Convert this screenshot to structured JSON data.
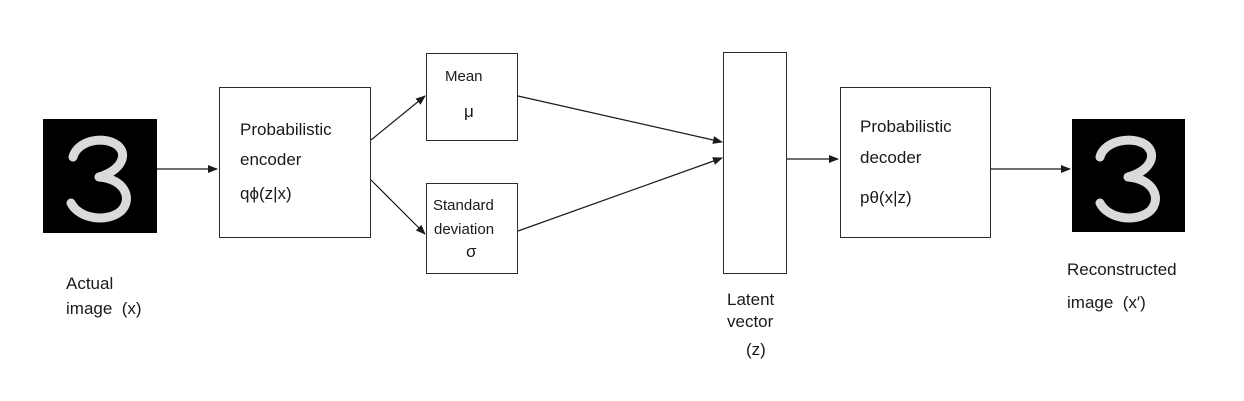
{
  "input": {
    "label_line1": "Actual",
    "label_line2": "image  (x)"
  },
  "encoder": {
    "line1": "Probabilistic",
    "line2": "encoder",
    "formula": "qϕ(z|x)"
  },
  "mean": {
    "title": "Mean",
    "symbol": "μ"
  },
  "stddev": {
    "title_line1": "Standard",
    "title_line2": "deviation",
    "symbol": "σ"
  },
  "latent": {
    "line1": "Latent",
    "line2": "vector",
    "line3": "(z)"
  },
  "decoder": {
    "line1": "Probabilistic",
    "line2": "decoder",
    "formula": "pθ(x|z)"
  },
  "output": {
    "label_line1": "Reconstructed",
    "label_line2": "image  (x′)"
  },
  "colors": {
    "line": "#1a1a1a",
    "digit_bg": "#000000",
    "digit_stroke": "#e6e6e6"
  }
}
